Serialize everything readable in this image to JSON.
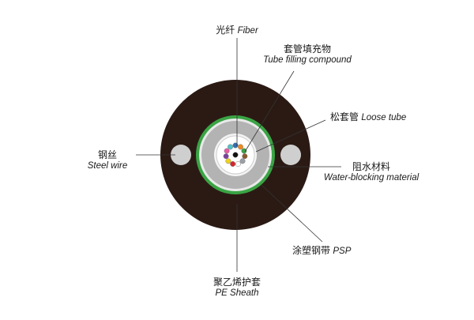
{
  "labels": {
    "fiber": {
      "cn": "光纤",
      "en": "Fiber"
    },
    "filling": {
      "cn": "套管填充物",
      "en": "Tube filling compound"
    },
    "loose_tube": {
      "cn": "松套管",
      "en": "Loose tube"
    },
    "water_blocking": {
      "cn": "阻水材料",
      "en": "Water-blocking material"
    },
    "psp": {
      "cn": "涂塑钢带",
      "en": "PSP"
    },
    "pe_sheath": {
      "cn": "聚乙烯护套",
      "en": "PE Sheath"
    },
    "steel_wire": {
      "cn": "钢丝",
      "en": "Steel wire"
    }
  },
  "colors": {
    "sheath": "#2b1a14",
    "psp_ring": "#3aa444",
    "water_blocking": "#b3b3b3",
    "steel_wire": "#cfcfcf",
    "fiber_colors": [
      "#2f6fb7",
      "#f08a1a",
      "#3aa444",
      "#8a5a2b",
      "#9aa0a6",
      "#ffffff",
      "#d6262d",
      "#111111",
      "#f2d21b",
      "#7b3fa0",
      "#e85ba6",
      "#4fc3c8"
    ]
  }
}
